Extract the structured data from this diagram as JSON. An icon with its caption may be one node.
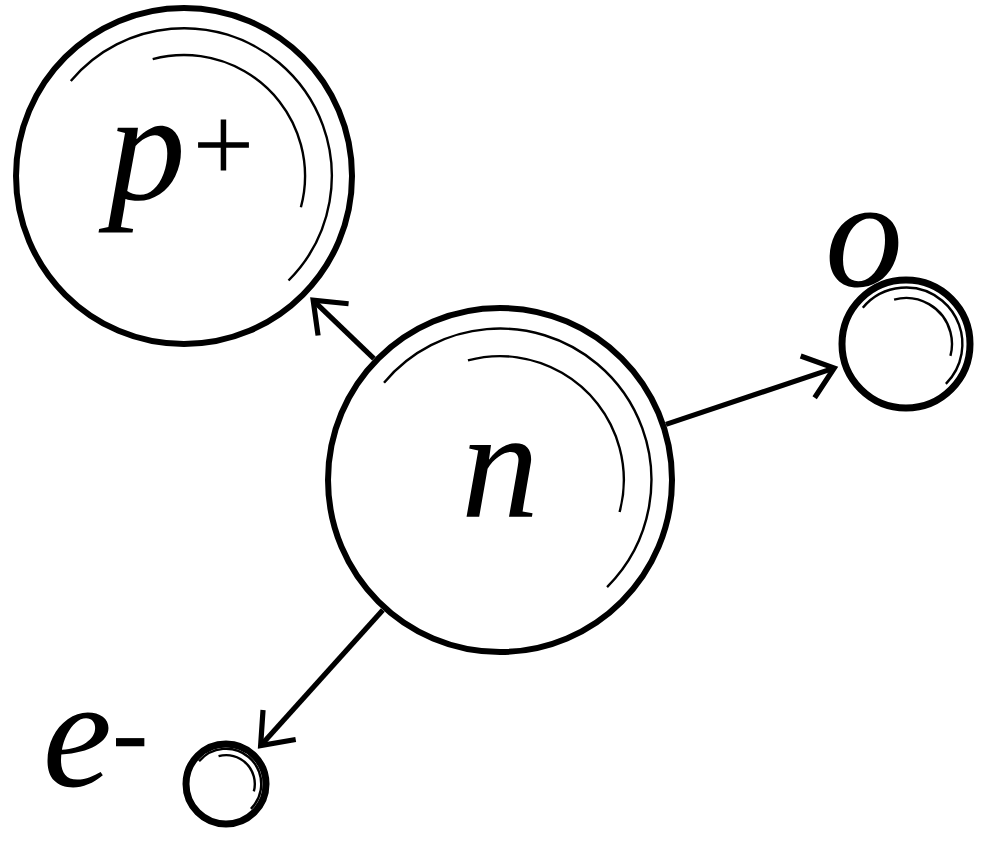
{
  "diagram": {
    "nodes": [
      {
        "text": [
          "p$^{+}$"
        ]
      },
      {
        "text": [],
        "shape": "circle",
        "beside": [
          "o"
        ]
      },
      {
        "text": [
          "n"
        ]
      },
      {
        "text": [],
        "shape": "circle",
        "beside": [
          "e$^{-}$"
        ]
      }
    ],
    "edges": [
      {
        "from": 2,
        "to": 0,
        "arrow": "to"
      },
      {
        "from": 2,
        "to": 1,
        "arrow": "to"
      },
      {
        "from": 2,
        "to": 3,
        "arrow": "to"
      }
    ]
  }
}
